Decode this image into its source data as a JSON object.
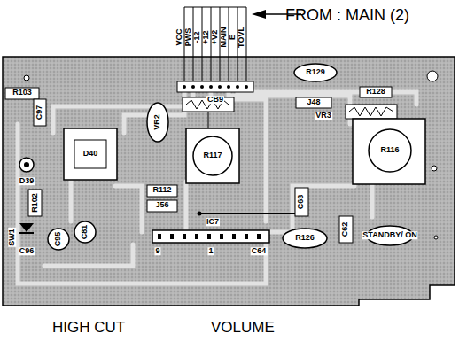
{
  "diagram": {
    "labels": [
      "FROM : MAIN (2)",
      "VCC",
      "PWS",
      "-12",
      "+12",
      "+V2",
      "MAIN",
      "E",
      "TOVL",
      "CB9",
      "R103",
      "C97",
      "D39",
      "R102",
      "SW1",
      "D40",
      "C96",
      "C95",
      "C81",
      "VR2",
      "R117",
      "R112",
      "J56",
      "IC7",
      "1",
      "9",
      "C64",
      "R129",
      "R128",
      "J48",
      "VR3",
      "R116",
      "C63",
      "R126",
      "C62",
      "STANDBY/ ON",
      "HIGH CUT",
      "VOLUME"
    ]
  }
}
